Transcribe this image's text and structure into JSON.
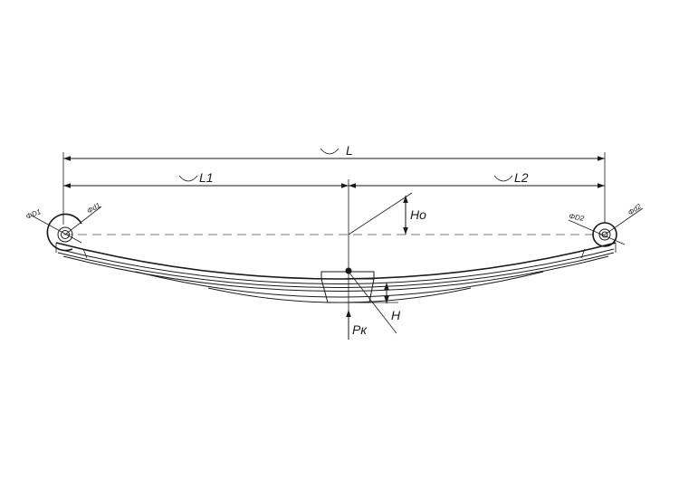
{
  "labels": {
    "total_length": "L",
    "left_length": "L1",
    "right_length": "L2",
    "free_height": "Ho",
    "loaded_height": "H",
    "load": "Pк",
    "left_eye_outer": "ΦD1",
    "left_eye_inner": "Φd1",
    "right_eye_outer": "ΦD2",
    "right_eye_inner": "Φd2"
  },
  "colors": {
    "line": "#1a1a1a",
    "center_line": "#777777",
    "background": "#ffffff"
  }
}
